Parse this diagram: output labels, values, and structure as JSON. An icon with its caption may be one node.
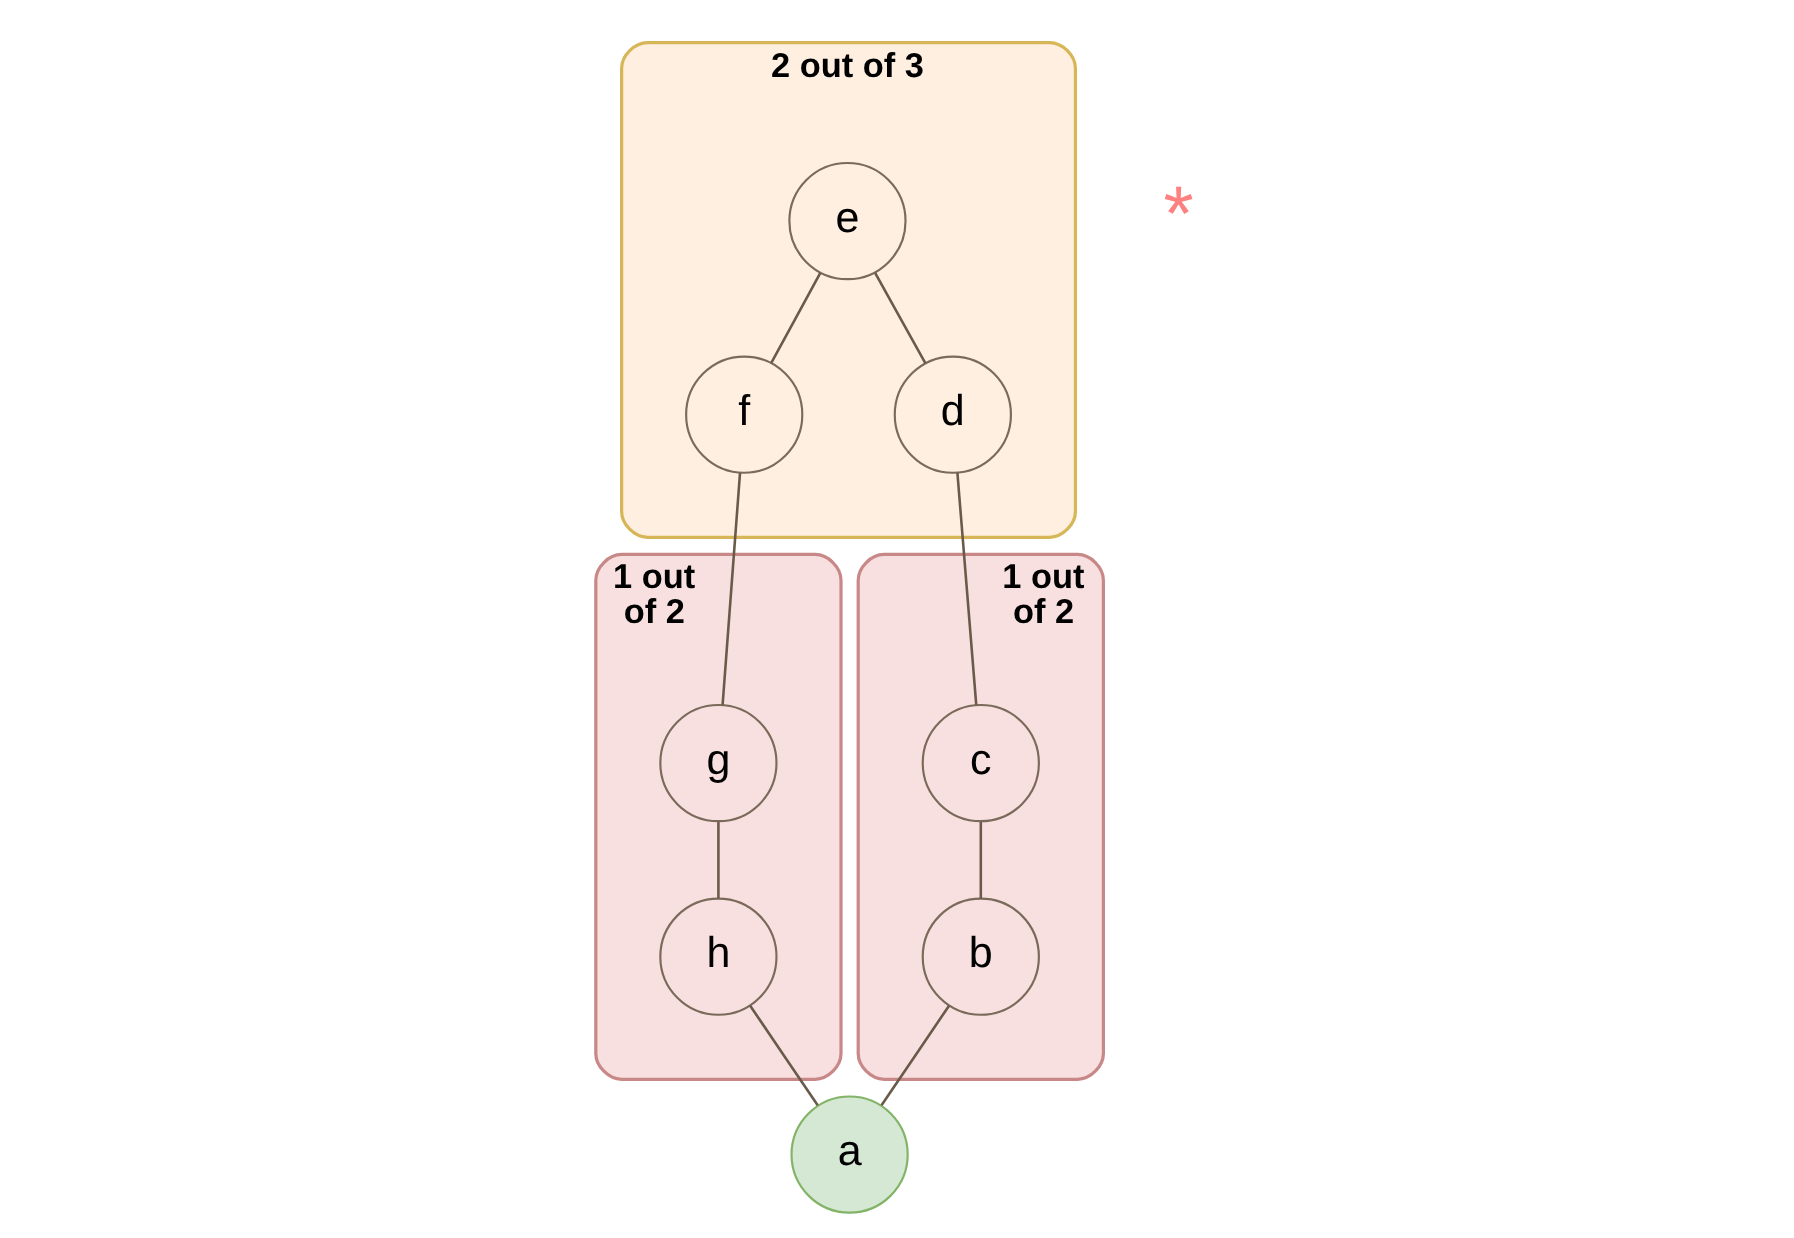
{
  "diagram": {
    "nodes": [
      {
        "text": [
          "2 out of 3"
        ]
      },
      {
        "text": [
          "e"
        ],
        "in": 0
      },
      {
        "text": [
          "f"
        ],
        "in": 0
      },
      {
        "text": [
          "d"
        ],
        "in": 0
      },
      {
        "text": [
          "1 out of 2"
        ]
      },
      {
        "text": [
          "g"
        ],
        "in": 4
      },
      {
        "text": [
          "h"
        ],
        "in": 4
      },
      {
        "text": [
          "1 out of 2"
        ]
      },
      {
        "text": [
          "c"
        ],
        "in": 7
      },
      {
        "text": [
          "b"
        ],
        "in": 7
      },
      {
        "text": [
          "a"
        ]
      }
    ],
    "edges": [
      {
        "from": 10,
        "to": 9,
        "arrow": "none"
      },
      {
        "from": 9,
        "to": 8,
        "arrow": "none"
      },
      {
        "from": 8,
        "to": 3,
        "arrow": "none"
      },
      {
        "from": 3,
        "to": 1,
        "arrow": "none"
      },
      {
        "from": 1,
        "to": 2,
        "arrow": "none"
      },
      {
        "from": 2,
        "to": 5,
        "arrow": "none"
      },
      {
        "from": 5,
        "to": 6,
        "arrow": "none"
      },
      {
        "from": 6,
        "to": 10,
        "arrow": "none"
      }
    ],
    "labels": [
      "*"
    ]
  }
}
